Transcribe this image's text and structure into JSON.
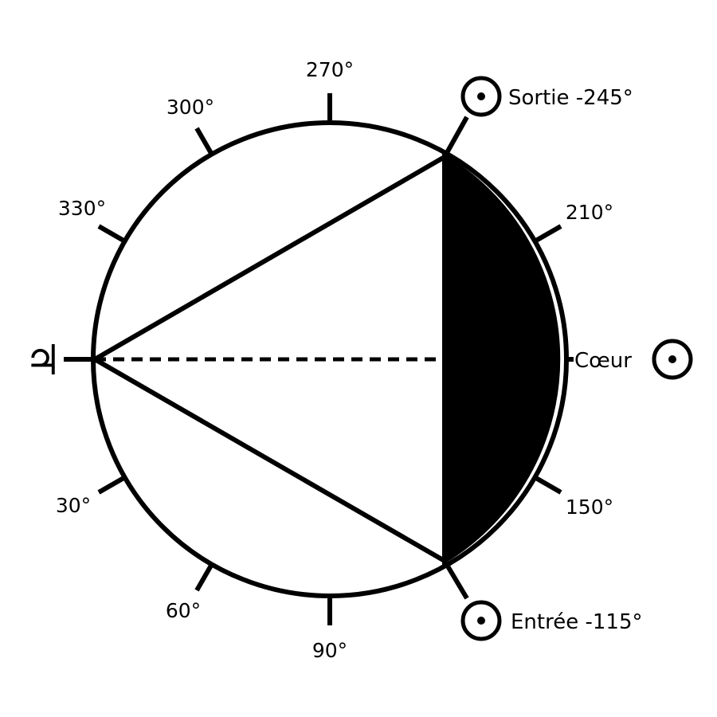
{
  "colors": {
    "stroke": "#000000",
    "background": "#ffffff",
    "shaded_region": "#000000"
  },
  "degree_labels": [
    "270°",
    "300°",
    "330°",
    "30°",
    "60°",
    "90°",
    "150°",
    "210°"
  ],
  "jupiter_symbol": "♃",
  "sun_icon": "sun-circled-dot-icon",
  "sun_markers": [
    {
      "text": "Sortie -245°"
    },
    {
      "text": "Cœur"
    },
    {
      "text": "Entrée -115°"
    }
  ]
}
